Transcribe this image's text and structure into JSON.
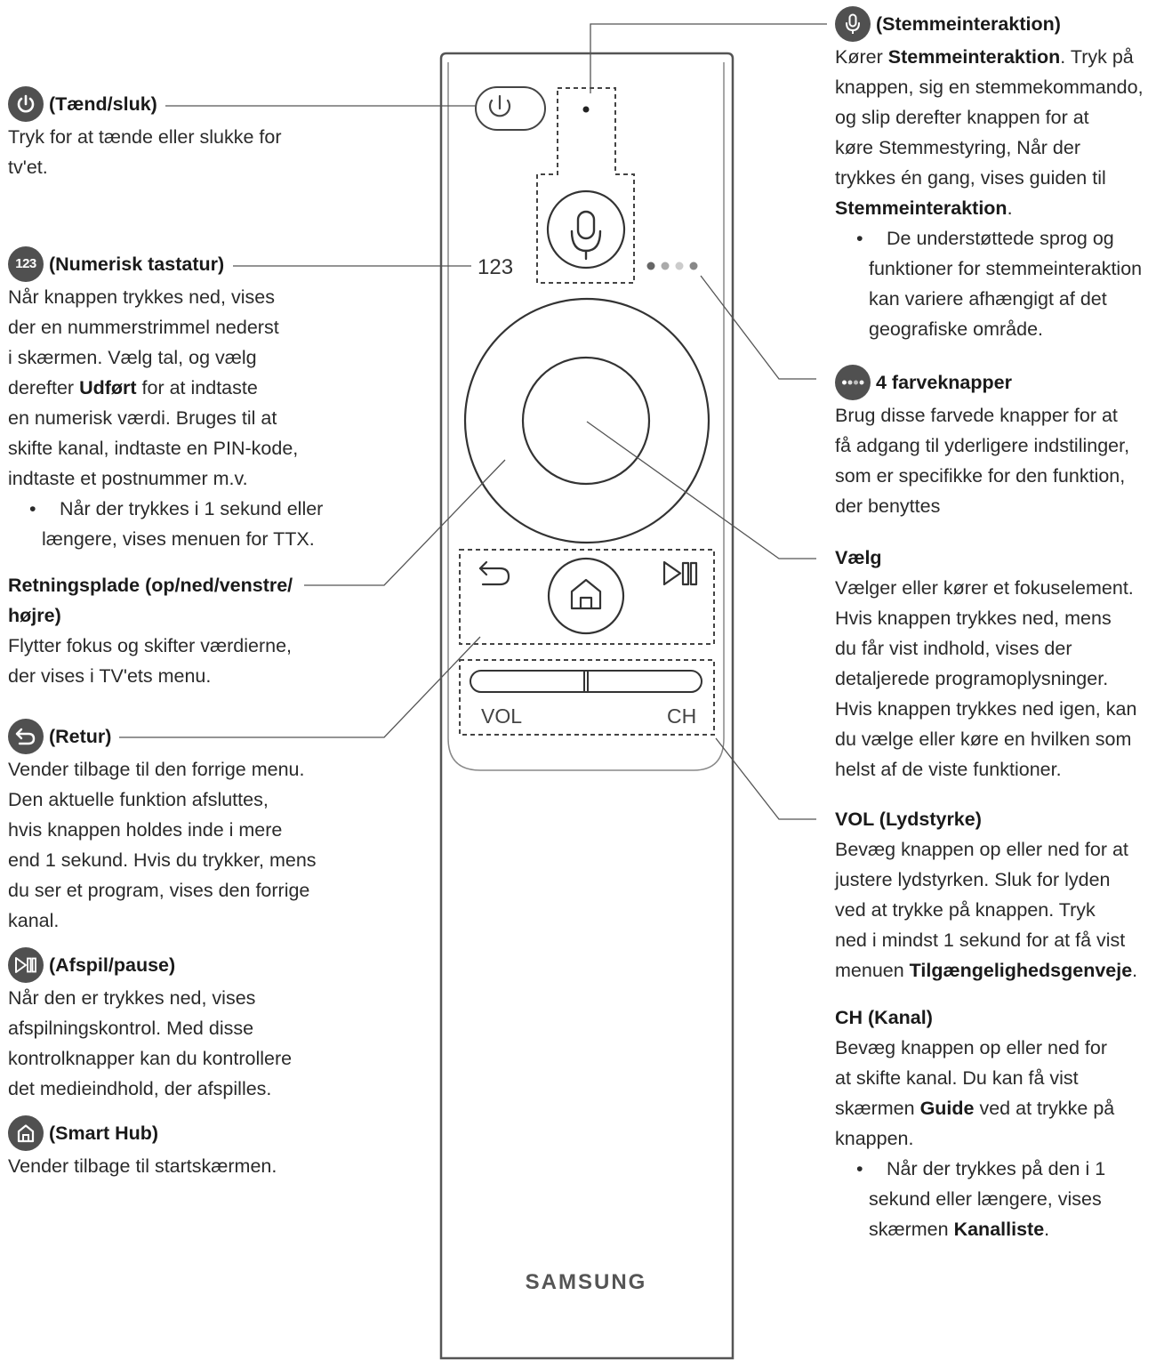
{
  "remote": {
    "label_123": "123",
    "label_vol": "VOL",
    "label_ch": "CH",
    "brand": "SAMSUNG"
  },
  "power": {
    "title": "(Tænd/sluk)",
    "lines": [
      "Tryk for at tænde eller slukke for",
      "tv'et."
    ]
  },
  "numeric": {
    "icon_text": "123",
    "title": "(Numerisk tastatur)",
    "l1": "Når knappen trykkes ned, vises",
    "l2": "der en nummerstrimmel nederst",
    "l3": "i skærmen. Vælg tal, og vælg",
    "l4a": "derefter ",
    "l4b": "Udført",
    "l4c": " for at indtaste",
    "l5": "en numerisk værdi. Bruges til at",
    "l6": "skifte kanal, indtaste en PIN-kode,",
    "l7": "indtaste et postnummer m.v.",
    "bullet_l1": "Når der trykkes i 1 sekund eller",
    "bullet_l2": "længere, vises menuen for TTX."
  },
  "dpad": {
    "title_l1": "Retningsplade (op/ned/venstre/",
    "title_l2": "højre)",
    "lines": [
      "Flytter fokus og skifter værdierne,",
      "der vises i TV'ets menu."
    ]
  },
  "retur": {
    "title": "(Retur)",
    "lines": [
      "Vender tilbage til den forrige menu.",
      "Den aktuelle funktion afsluttes,",
      "hvis knappen holdes inde i mere",
      "end 1 sekund. Hvis du trykker, mens",
      "du ser et program, vises den forrige",
      "kanal."
    ]
  },
  "play": {
    "title": "(Afspil/pause)",
    "lines": [
      "Når den er trykkes ned, vises",
      "afspilningskontrol. Med disse",
      "kontrolknapper kan du kontrollere",
      "det medieindhold, der afspilles."
    ]
  },
  "home": {
    "title": "(Smart Hub)",
    "lines": [
      "Vender tilbage til startskærmen."
    ]
  },
  "voice": {
    "title": "(Stemmeinteraktion)",
    "l1a": "Kører ",
    "l1b": "Stemmeinteraktion",
    "l1c": ". Tryk på",
    "l2": "knappen, sig en stemmekommando,",
    "l3": "og slip derefter knappen for at",
    "l4": "køre Stemmestyring, Når der",
    "l5": "trykkes én gang, vises guiden til",
    "l6": "Stemmeinteraktion",
    "l6c": ".",
    "bullet_lines": [
      "De understøttede sprog og",
      "funktioner for stemmeinteraktion",
      "kan variere afhængigt af det",
      "geografiske område."
    ]
  },
  "colors": {
    "title": "4 farveknapper",
    "lines": [
      "Brug disse farvede knapper for at",
      "få adgang til yderligere indstilinger,",
      "som er specifikke for den funktion,",
      "der benyttes"
    ]
  },
  "select": {
    "title": "Vælg",
    "lines": [
      "Vælger eller kører et fokuselement.",
      "Hvis knappen trykkes ned, mens",
      "du får vist indhold, vises der",
      "detaljerede programoplysninger.",
      "Hvis knappen trykkes ned igen, kan",
      "du vælge eller køre en hvilken som",
      "helst af de viste funktioner."
    ]
  },
  "vol": {
    "title": "VOL (Lydstyrke)",
    "lines": [
      "Bevæg knappen op eller ned for at",
      "justere lydstyrken. Sluk for lyden",
      "ved at trykke på knappen. Tryk",
      "ned i mindst 1 sekund for at få vist"
    ],
    "l5a": "menuen ",
    "l5b": "Tilgængelighedsgenveje",
    "l5c": "."
  },
  "ch": {
    "title": "CH (Kanal)",
    "lines": [
      "Bevæg knappen op eller ned for",
      "at skifte kanal. Du kan få vist"
    ],
    "l3a": "skærmen ",
    "l3b": "Guide",
    "l3c": " ved at trykke på",
    "l4": "knappen.",
    "bullet_l1": "Når der trykkes på den i 1",
    "bullet_l2": "sekund eller længere, vises",
    "bullet_l3a": "skærmen ",
    "bullet_l3b": "Kanalliste",
    "bullet_l3c": "."
  }
}
